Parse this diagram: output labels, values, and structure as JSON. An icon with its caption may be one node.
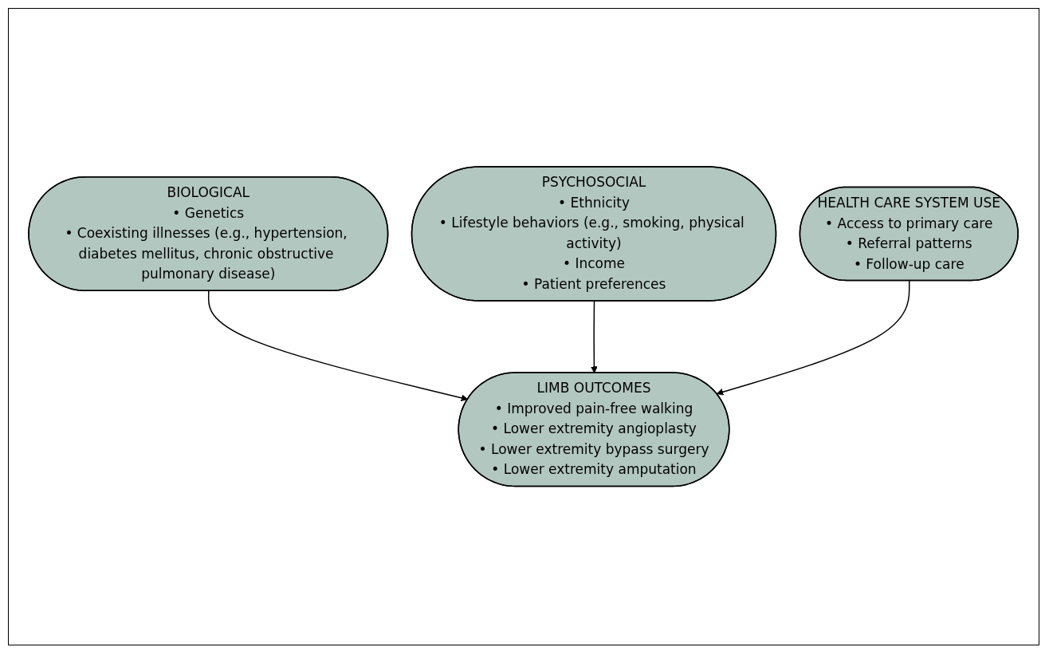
{
  "diagram": {
    "nodes": [
      {
        "text": [
          "BIOLOGICAL",
          "• Genetics",
          "• Coexisting illnesses (e.g., hypertension, diabetes mellitus, chronic obstructive pulmonary disease)"
        ]
      },
      {
        "text": [
          "PSYCHOSOCIAL",
          "• Ethnicity",
          "• Lifestyle behaviors (e.g., smoking, physical activity)",
          "• Income",
          "• Patient preferences"
        ]
      },
      {
        "text": [
          "HEALTH CARE SYSTEM USE",
          "• Access to primary care",
          "• Referral patterns",
          "• Follow-up care"
        ]
      },
      {
        "text": [
          "LIMB OUTCOMES",
          "• Improved pain-free walking",
          "• Lower extremity angioplasty",
          "• Lower extremity bypass surgery",
          "• Lower extremity amputation"
        ]
      }
    ],
    "edges": [
      {
        "from": 0,
        "to": 3,
        "arrow": "to"
      },
      {
        "from": 1,
        "to": 3,
        "arrow": "to"
      },
      {
        "from": 2,
        "to": 3,
        "arrow": "to"
      }
    ]
  }
}
